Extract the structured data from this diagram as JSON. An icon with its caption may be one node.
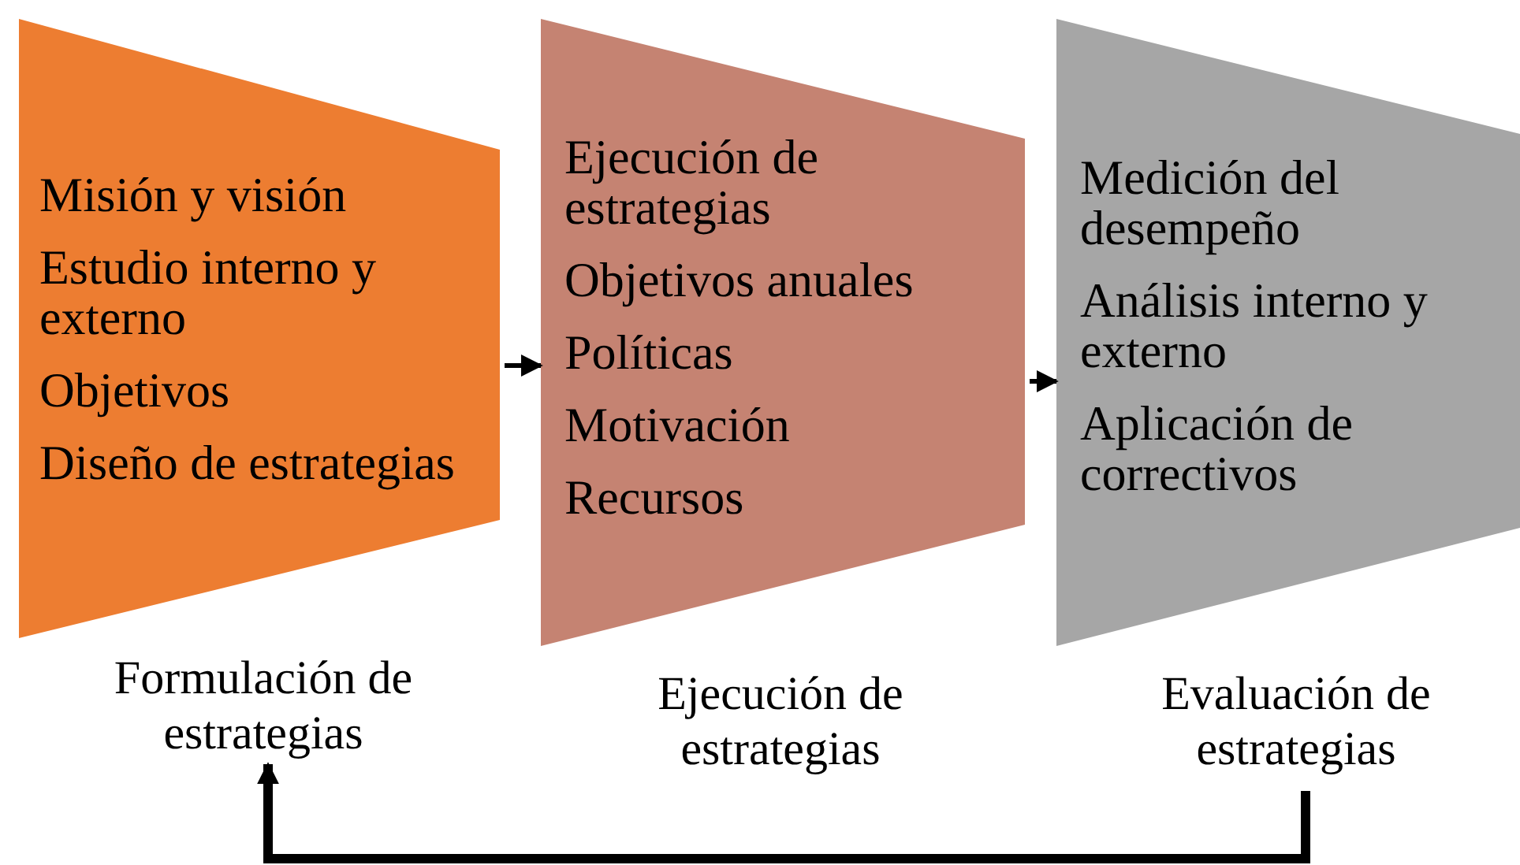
{
  "diagram": {
    "nodes": [
      {
        "text": [
          "Misión y visión",
          "Estudio interno y externo",
          "Objetivos",
          "Diseño de estrategias"
        ],
        "beside": [
          "Formulación de estrategias"
        ]
      },
      {
        "text": [
          "Ejecución de estrategias",
          "Objetivos anuales",
          "Políticas",
          "Motivación",
          "Recursos"
        ],
        "beside": [
          "Ejecución de estrategias"
        ]
      },
      {
        "text": [
          "Medición del desempeño",
          "Análisis interno y externo",
          "Aplicación de correctivos"
        ],
        "beside": [
          "Evaluación de estrategias"
        ]
      }
    ],
    "edges": [
      {
        "from": 0,
        "to": 1,
        "arrow": "to"
      },
      {
        "from": 1,
        "to": 2,
        "arrow": "to"
      },
      {
        "from": 2,
        "to": 0,
        "arrow": "to",
        "style": "thick"
      }
    ]
  }
}
